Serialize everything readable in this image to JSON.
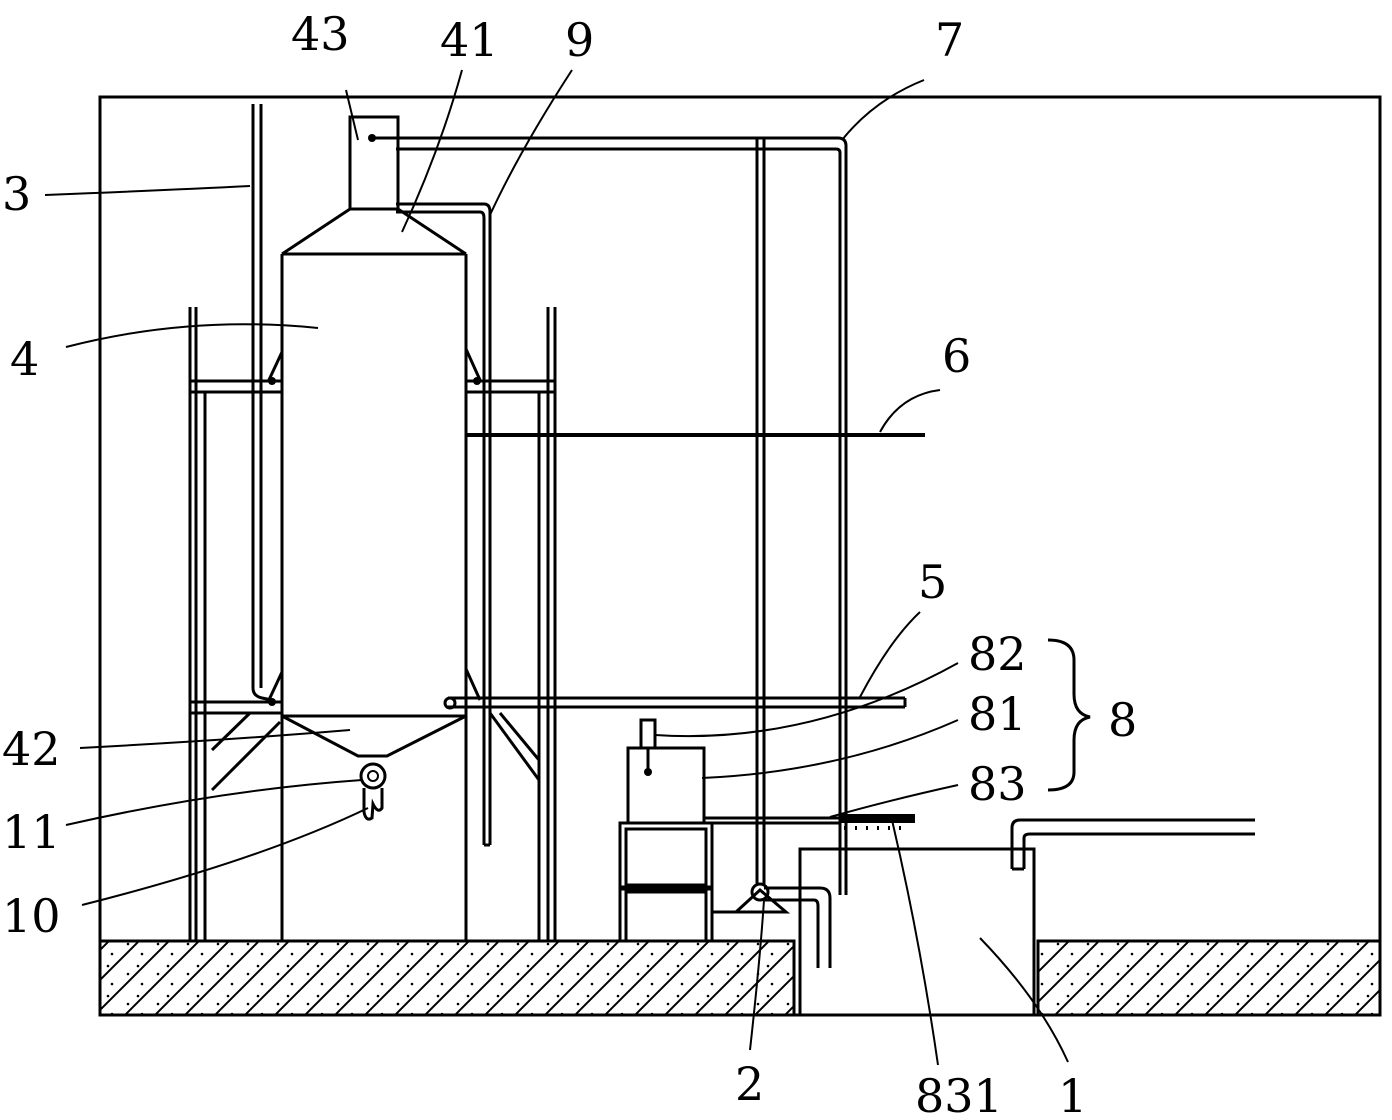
{
  "labels": {
    "l43": "43",
    "l41": "41",
    "l9": "9",
    "l7": "7",
    "l3": "3",
    "l4": "4",
    "l6": "6",
    "l5": "5",
    "l82": "82",
    "l81": "81",
    "l8": "8",
    "l83": "83",
    "l42": "42",
    "l11": "11",
    "l10": "10",
    "l2": "2",
    "l831": "831",
    "l1": "1"
  }
}
